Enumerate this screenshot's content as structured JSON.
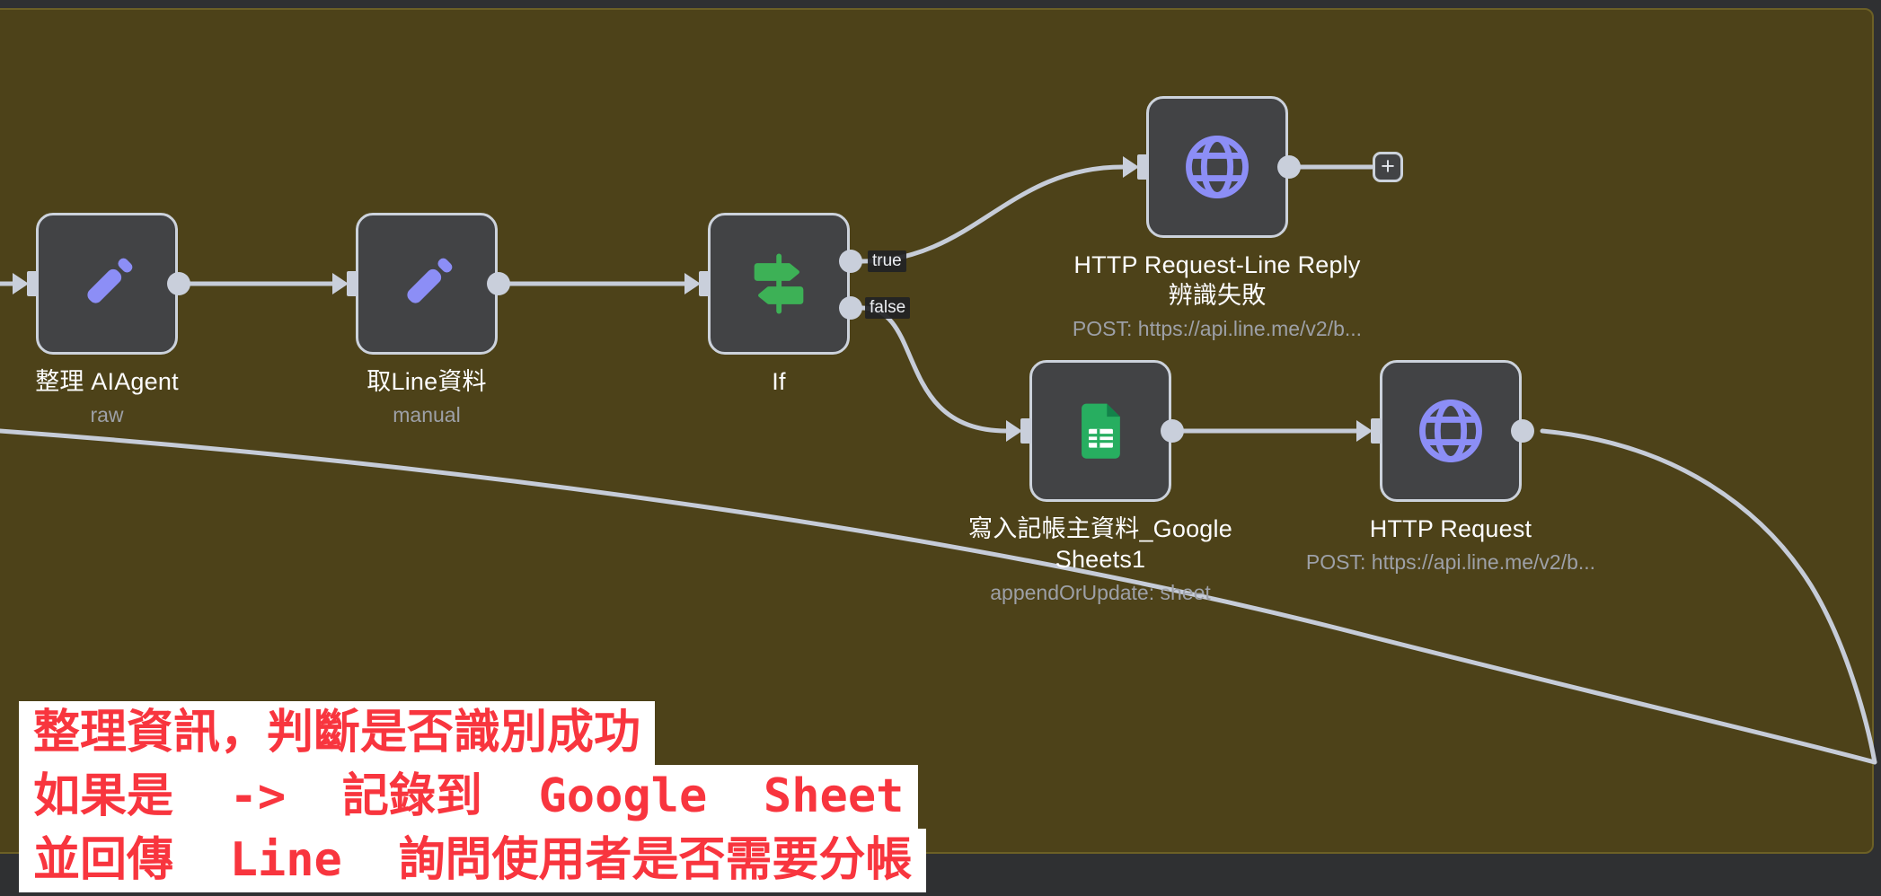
{
  "canvas": {
    "sticky_color": "#4d4219",
    "frame_color": "#2f3032",
    "edge_color": "#c6ccd8",
    "node_fill": "#424345",
    "node_border": "#ccd2db"
  },
  "nodes": [
    {
      "label": "整理 AIAgent",
      "sublabel": "raw",
      "icon": "pencil-icon",
      "icon_color": "#8c8ef6"
    },
    {
      "label": "取Line資料",
      "sublabel": "manual",
      "icon": "pencil-icon",
      "icon_color": "#8c8ef6"
    },
    {
      "label": "If",
      "sublabel": "",
      "icon": "signpost-icon",
      "icon_color": "#3db156"
    },
    {
      "label": "HTTP Request-Line Reply",
      "label2": "辨識失敗",
      "sublabel": "POST: https://api.line.me/v2/b...",
      "icon": "globe-icon",
      "icon_color": "#8c8ef6"
    },
    {
      "label": "寫入記帳主資料_Google",
      "label2": "Sheets1",
      "sublabel": "appendOrUpdate: sheet",
      "icon": "sheets-icon",
      "icon_color": "#27ae60"
    },
    {
      "label": "HTTP Request",
      "sublabel": "POST: https://api.line.me/v2/b...",
      "icon": "globe-icon",
      "icon_color": "#8c8ef6"
    }
  ],
  "ports": {
    "true_label": "true",
    "false_label": "false"
  },
  "plus_button": {
    "label": "+"
  },
  "annotation": {
    "text_color": "#f8353e",
    "background": "#ffffff",
    "lines": [
      "整理資訊，判斷是否識別成功",
      "如果是  ->  記錄到  Google  Sheet",
      "並回傳  Line  詢問使用者是否需要分帳"
    ]
  }
}
